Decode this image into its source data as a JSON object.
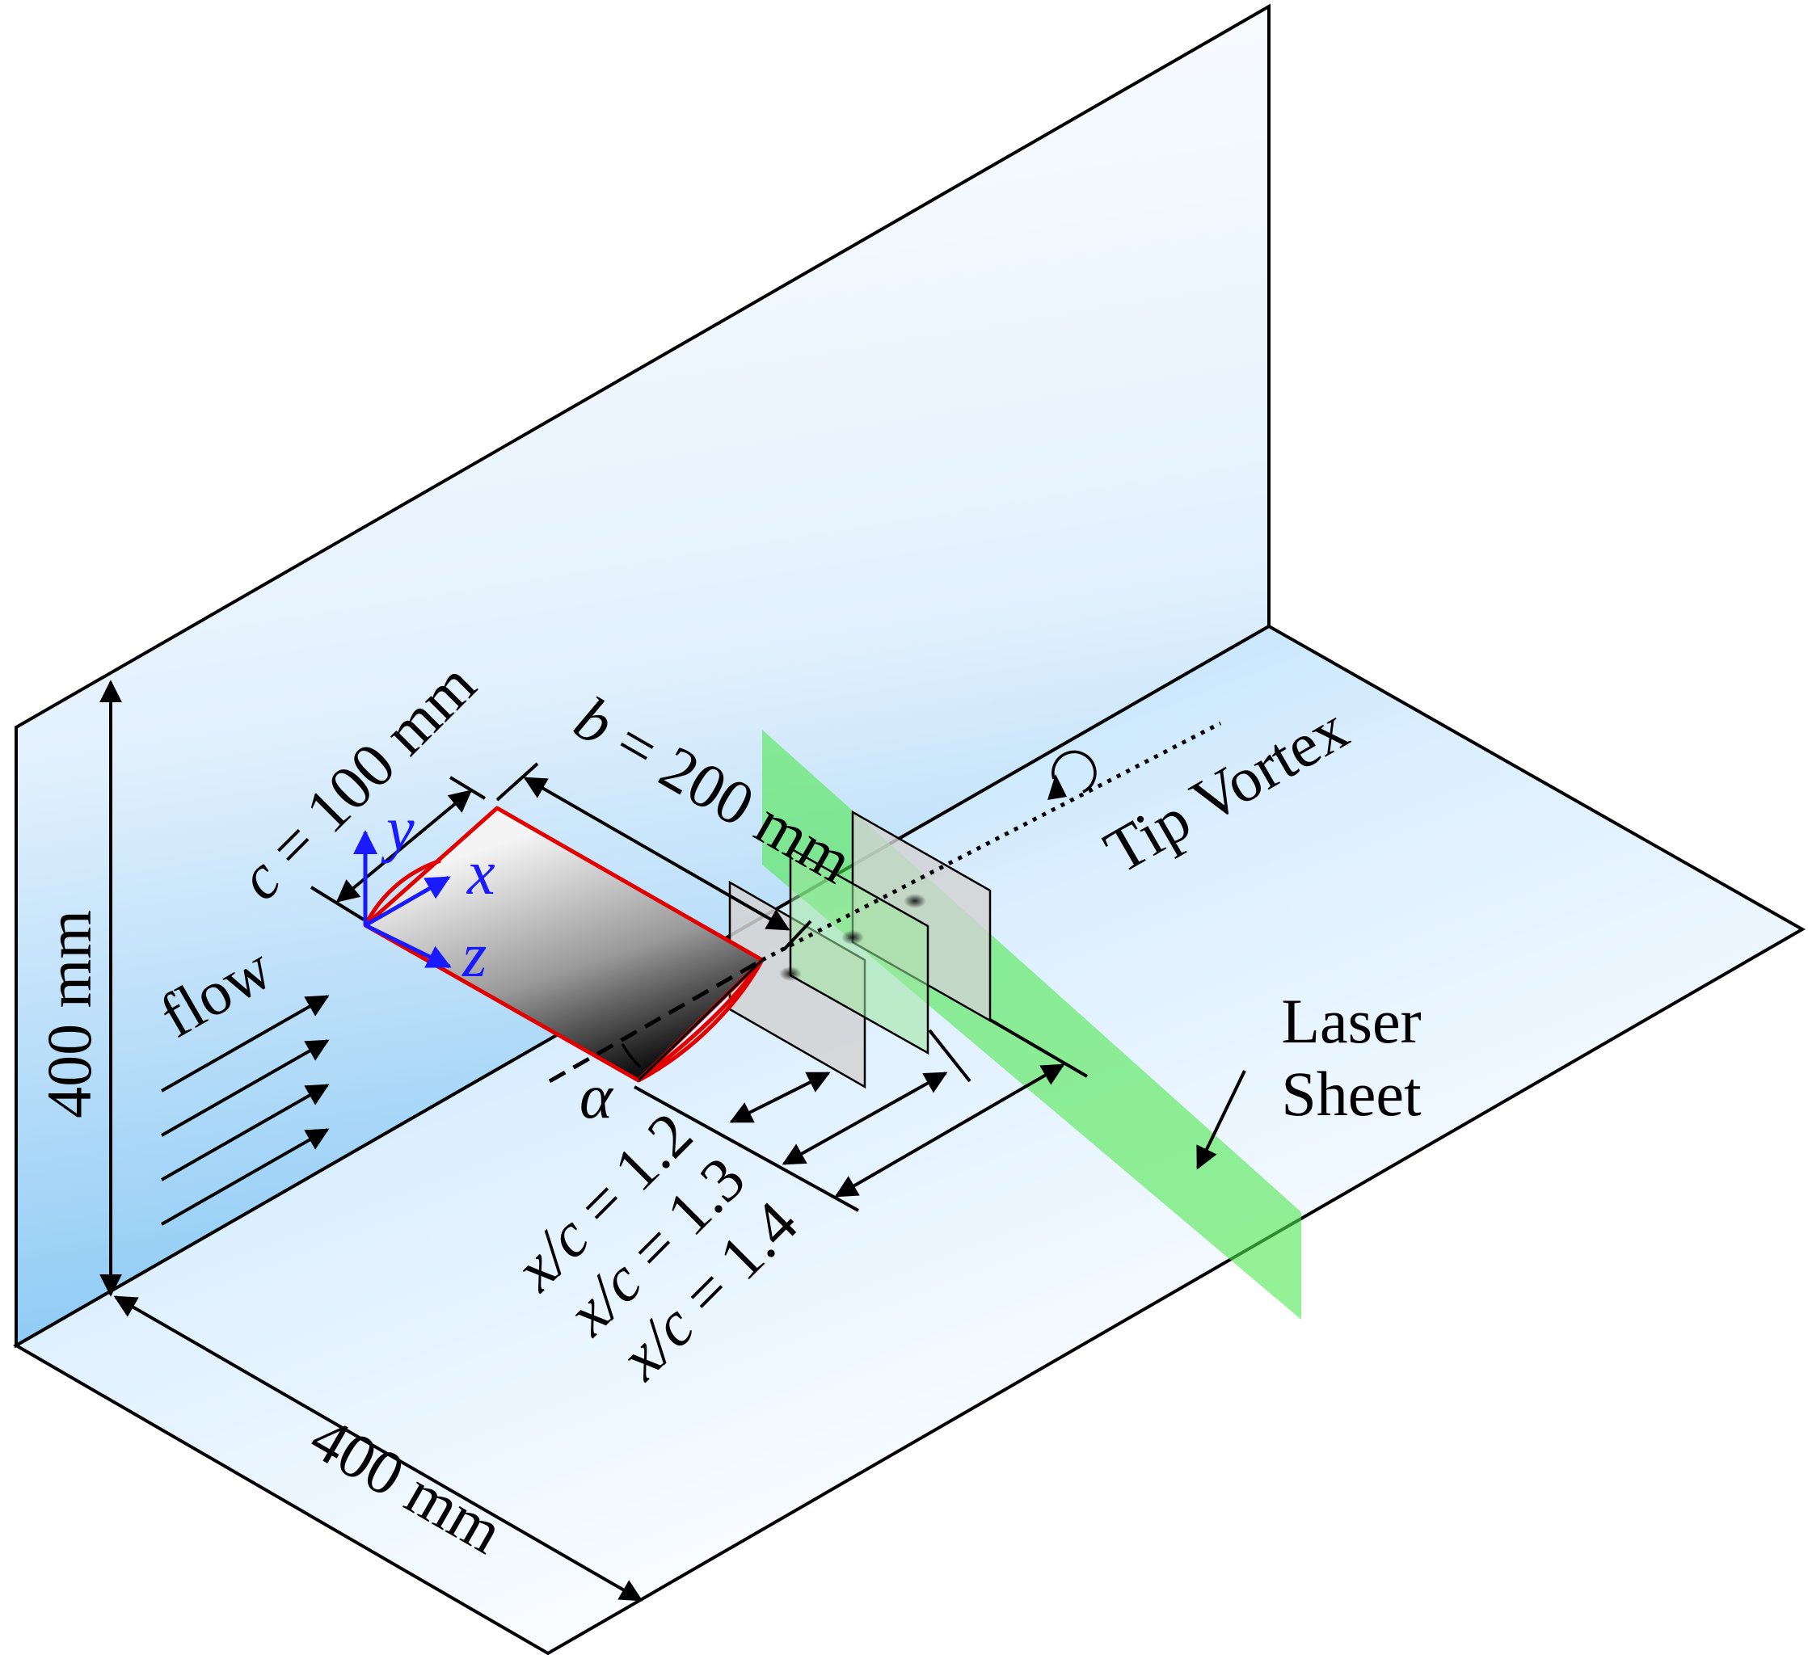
{
  "figure": {
    "dim_height": "400 mm",
    "dim_width": "400 mm",
    "flow_label": "flow",
    "chord": {
      "var": "c",
      "eq": " = 100 mm"
    },
    "span": {
      "var": "b",
      "eq": " = 200 mm"
    },
    "axes": {
      "y": "y",
      "x": "x",
      "z": "z"
    },
    "alpha": "α",
    "tip_vortex": "Tip Vortex",
    "laser_line1": "Laser",
    "laser_line2": "Sheet",
    "stations": [
      {
        "var": "x/c",
        "eq": " = 1.2"
      },
      {
        "var": "x/c",
        "eq": " = 1.3"
      },
      {
        "var": "x/c",
        "eq": " = 1.4"
      }
    ]
  },
  "colors": {
    "wall_blue": "#8ccaf5",
    "wing_outline": "#e00000",
    "axis_blue": "#1a1aff",
    "laser_green": "#4fe84f"
  }
}
